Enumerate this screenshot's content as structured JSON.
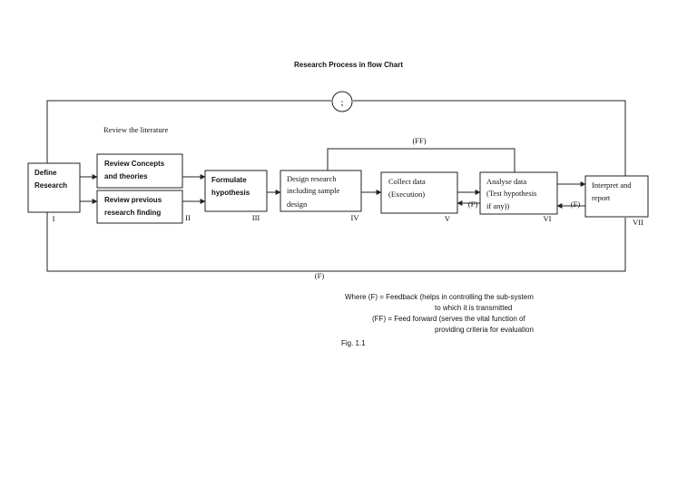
{
  "title": "Research Process in flow Chart",
  "top_node_symbol": ";",
  "review_literature_label": "Review the literature",
  "feed_forward_label": "(FF)",
  "feedback_label": "(F)",
  "boxes": {
    "define": {
      "lines": [
        "Define",
        "Research"
      ],
      "numeral": "I"
    },
    "concepts": {
      "lines": [
        "Review Concepts",
        "and theories"
      ]
    },
    "findings": {
      "lines": [
        "Review previous",
        "research finding"
      ],
      "numeral": "II"
    },
    "hypothesis": {
      "lines": [
        "Formulate",
        "hypothesis"
      ],
      "numeral": "III"
    },
    "design": {
      "lines": [
        "Design research",
        "including sample",
        "design"
      ],
      "numeral": "IV"
    },
    "collect": {
      "lines": [
        "Collect data",
        "(Execution)"
      ],
      "numeral": "V"
    },
    "analyse": {
      "lines": [
        "Analyse data",
        "(Test hypothesis",
        "if any))"
      ],
      "numeral": "VI"
    },
    "interpret": {
      "lines": [
        "Interpret and",
        "report"
      ],
      "numeral": "VII"
    }
  },
  "legend": {
    "line1": "Where (F) = Feedback (helps in controlling the sub-system",
    "line2": "to which it is transmitted",
    "line3": "(FF) = Feed forward (serves the vital function of",
    "line4": "providing criteria for evaluation"
  },
  "figure_label": "Fig. 1.1"
}
